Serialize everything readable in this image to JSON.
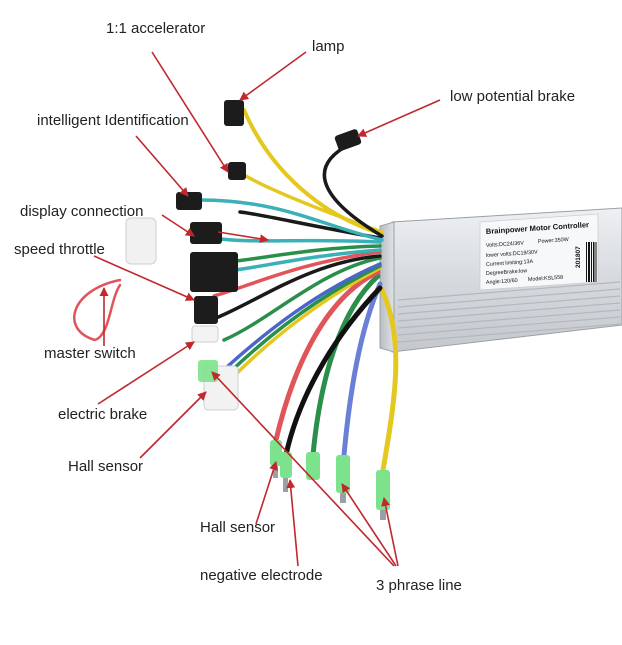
{
  "labels": {
    "accelerator": "1:1 accelerator",
    "lamp": "lamp",
    "low_potential_brake": "low potential brake",
    "intelligent_identification": "intelligent Identification",
    "display_connection": "display connection",
    "speed_throttle": "speed throttle",
    "master_switch": "master switch",
    "electric_brake": "electric brake",
    "hall_sensor_left": "Hall sensor",
    "hall_sensor_bottom": "Hall sensor",
    "negative_electrode": "negative electrode",
    "three_phase_line": "3 phrase line"
  },
  "controller": {
    "title": "Brainpower Motor Controller",
    "spec1": "Volts:DC24/36V",
    "spec1b": "Power:350W",
    "spec2": "lower volts:DC19/30V",
    "spec3": "Current limiting:13A",
    "spec4": "DegreeBrake:low",
    "spec5": "Angle:120/60",
    "spec5b": "Model:KSL558",
    "code": "201807"
  },
  "colors": {
    "arrow": "#c0282d",
    "label_text": "#222222",
    "housing": "#d9dde2"
  }
}
